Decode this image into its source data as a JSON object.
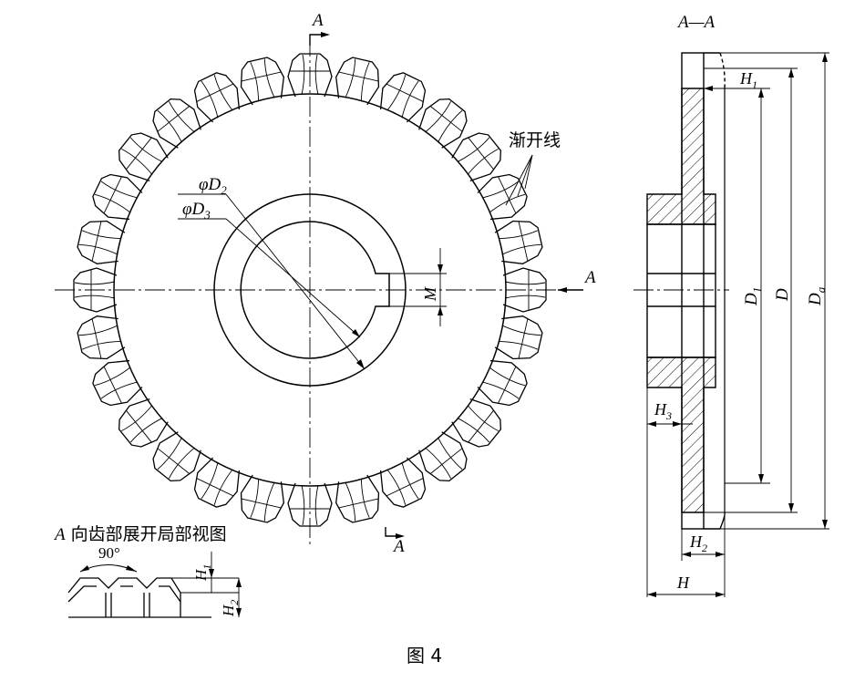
{
  "section_marker": "A",
  "section_marker_right": "A",
  "section_marker_bottom": "A",
  "section_title": "A—A",
  "involute_label": "渐开线",
  "d2_label": "φD",
  "d2_sub": "2",
  "d3_label": "φD",
  "d3_sub": "3",
  "m_label": "M",
  "h1_label": "H",
  "h1_sub": "1",
  "h2_label": "H",
  "h2_sub": "2",
  "h3_label": "H",
  "h3_sub": "3",
  "h_label": "H",
  "d1_label": "D",
  "d1_sub": "1",
  "d_label": "D",
  "da_label": "D",
  "da_sub": "a",
  "detail_title_letter": "A",
  "detail_title": "向齿部展开局部视图",
  "angle_label": "90°",
  "caption": "图   4",
  "gear": {
    "teeth": 28
  }
}
